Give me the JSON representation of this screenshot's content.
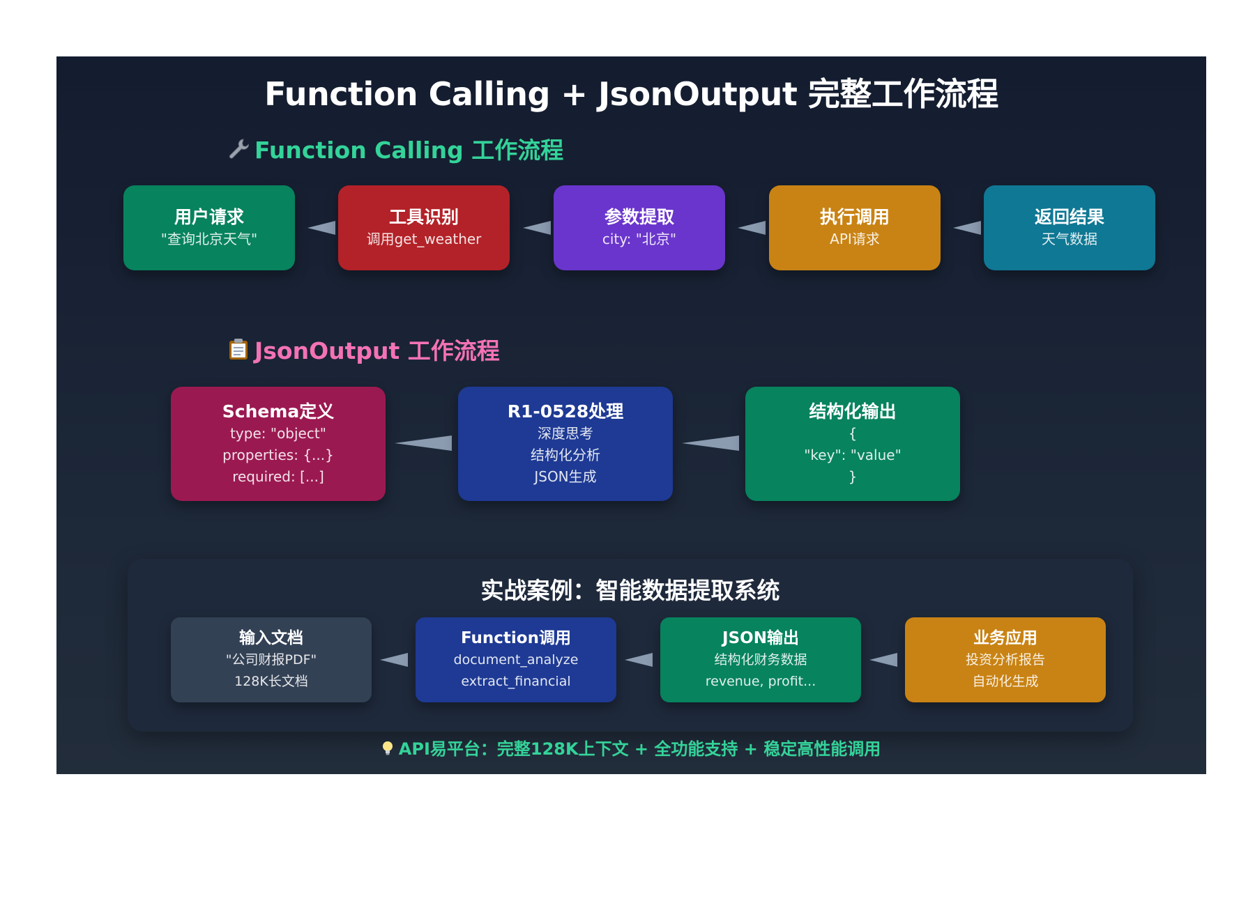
{
  "title": "Function Calling + JsonOutput 完整工作流程",
  "function_calling": {
    "title": "Function Calling 工作流程",
    "icon": "wrench-icon",
    "nodes": [
      {
        "title": "用户请求",
        "lines": [
          "\"查询北京天气\""
        ],
        "color": "#07835e"
      },
      {
        "title": "工具识别",
        "lines": [
          "调用get_weather"
        ],
        "color": "#b32228"
      },
      {
        "title": "参数提取",
        "lines": [
          "city: \"北京\""
        ],
        "color": "#6a35cc"
      },
      {
        "title": "执行调用",
        "lines": [
          "API请求"
        ],
        "color": "#c98314"
      },
      {
        "title": "返回结果",
        "lines": [
          "天气数据"
        ],
        "color": "#0f7894"
      }
    ]
  },
  "json_output": {
    "title": "JsonOutput 工作流程",
    "icon": "clipboard-icon",
    "nodes": [
      {
        "title": "Schema定义",
        "lines": [
          "type: \"object\"",
          "properties: {...}",
          "required: [...]"
        ],
        "color": "#9b1951"
      },
      {
        "title": "R1-0528处理",
        "lines": [
          "深度思考",
          "结构化分析",
          "JSON生成"
        ],
        "color": "#1e3a94"
      },
      {
        "title": "结构化输出",
        "lines": [
          "{",
          "\"key\": \"value\"",
          "}"
        ],
        "color": "#07835e"
      }
    ]
  },
  "case_study": {
    "title": "实战案例：智能数据提取系统",
    "nodes": [
      {
        "title": "输入文档",
        "lines": [
          "\"公司财报PDF\"",
          "128K长文档"
        ],
        "color": "#334155"
      },
      {
        "title": "Function调用",
        "lines": [
          "document_analyze",
          "extract_financial"
        ],
        "color": "#1e3a94"
      },
      {
        "title": "JSON输出",
        "lines": [
          "结构化财务数据",
          "revenue, profit..."
        ],
        "color": "#07835e"
      },
      {
        "title": "业务应用",
        "lines": [
          "投资分析报告",
          "自动化生成"
        ],
        "color": "#c98314"
      }
    ]
  },
  "footer": {
    "icon": "lightbulb-icon",
    "text": "API易平台：完整128K上下文 + 全功能支持 + 稳定高性能调用"
  }
}
